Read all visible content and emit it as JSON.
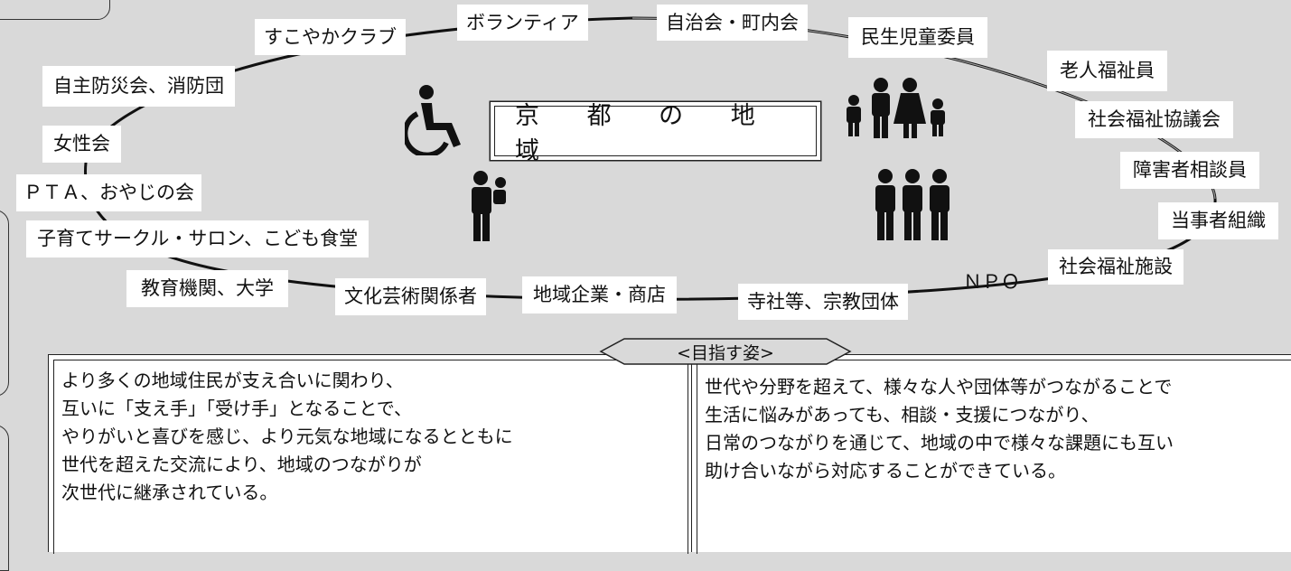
{
  "center_title": "京 都 の 地 域",
  "labels": {
    "sukoyaka": "すこやかクラブ",
    "volunteer": "ボランティア",
    "jichikai": "自治会・町内会",
    "minsei": "民生児童委員",
    "roujin": "老人福祉員",
    "shakyou": "社会福祉協議会",
    "shougai": "障害者相談員",
    "toujisha": "当事者組織",
    "shisetsu": "社会福祉施設",
    "npo": "ＮＰＯ",
    "jisha": "寺社等、宗教団体",
    "kigyou": "地域企業・商店",
    "bunka": "文化芸術関係者",
    "kyouiku": "教育機関、大学",
    "kosodate": "子育てサークル・サロン、こども食堂",
    "pta": "ＰＴＡ、おやじの会",
    "josei": "女性会",
    "bousai": "自主防災会、消防団"
  },
  "goal": {
    "title": "<目指す姿>",
    "left_lines": [
      "より多くの地域住民が支え合いに関わり、",
      "互いに「支え手」「受け手」となることで、",
      "やりがいと喜びを感じ、より元気な地域になるとともに",
      "世代を超えた交流により、地域のつながりが",
      "次世代に継承されている。"
    ],
    "right_lines": [
      "世代や分野を超えて、様々な人や団体等がつながることで",
      "生活に悩みがあっても、相談・支援につながり、",
      "日常のつながりを通じて、地域の中で様々な課題にも互い",
      "助け合いながら対応することができている。"
    ]
  },
  "icons": [
    "wheelchair-icon",
    "family-icon",
    "parent-carrying-child-icon",
    "group-of-people-icon"
  ],
  "colors": {
    "background": "#d9d9d9",
    "label_bg": "#ffffff",
    "line": "#111111"
  }
}
